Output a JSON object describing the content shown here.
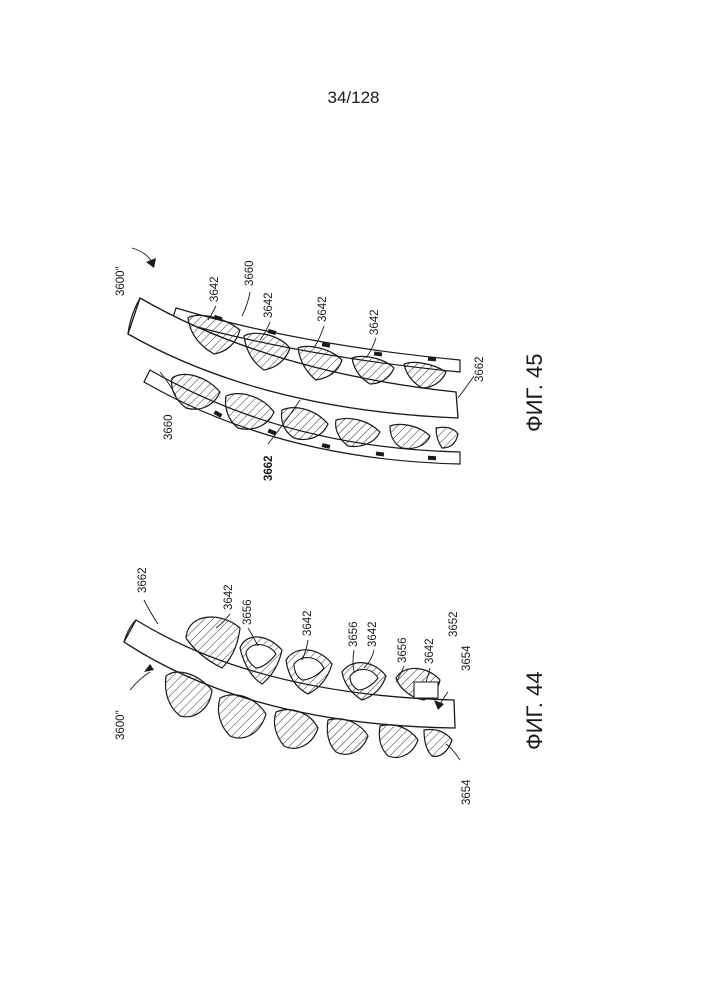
{
  "page_number": "34/128",
  "colors": {
    "ink": "#1a1a1a",
    "paper": "#ffffff"
  },
  "fig44": {
    "caption": "ФИГ. 44",
    "labels": {
      "l3662": "3662",
      "l3642a": "3642",
      "l3656a": "3656",
      "l3642b": "3642",
      "l3656b": "3656",
      "l3642c": "3642",
      "l3656c": "3656",
      "l3642d": "3642",
      "l3652": "3652",
      "l3654a": "3654",
      "l3600": "3600″",
      "l3654b": "3654"
    }
  },
  "fig45": {
    "caption": "ФИГ. 45",
    "labels": {
      "l3600": "3600″",
      "l3642a": "3642",
      "l3660a": "3660",
      "l3642b": "3642",
      "l3642c": "3642",
      "l3642d": "3642",
      "l3662a": "3662",
      "l3660b": "3660",
      "l3662b": "3662"
    }
  }
}
